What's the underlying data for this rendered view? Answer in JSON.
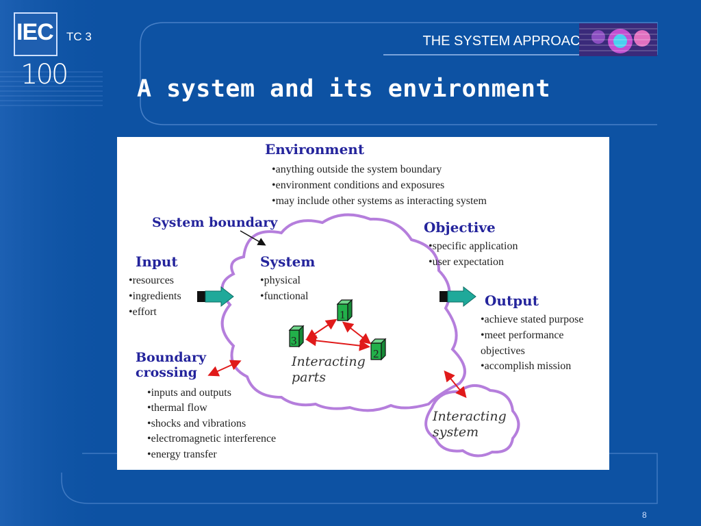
{
  "header": {
    "logo_text": "IEC",
    "logo_sub": "100",
    "tc_label": "TC 3",
    "section_title": "THE SYSTEM APPROACH"
  },
  "slide": {
    "title": "A system and its environment",
    "page_number": "8"
  },
  "diagram": {
    "environment": {
      "heading": "Environment",
      "items": [
        "•anything outside the system boundary",
        "•environment conditions and exposures",
        "•may include other systems as interacting system"
      ]
    },
    "system_boundary": {
      "label": "System boundary"
    },
    "system": {
      "heading": "System",
      "items": [
        "•physical",
        "•functional"
      ]
    },
    "objective": {
      "heading": "Objective",
      "items": [
        "•specific application",
        "•user expectation"
      ]
    },
    "input": {
      "heading": "Input",
      "items": [
        "•resources",
        "•ingredients",
        "•effort"
      ]
    },
    "output": {
      "heading": "Output",
      "items": [
        "•achieve stated purpose",
        "•meet performance",
        "objectives",
        "•accomplish mission"
      ]
    },
    "boundary_crossing": {
      "heading_line1": "Boundary",
      "heading_line2": "crossing",
      "items": [
        "•inputs and outputs",
        "•thermal flow",
        "•shocks and vibrations",
        "•electromagnetic interference",
        "•energy transfer"
      ]
    },
    "interacting_parts": {
      "line1": "Interacting",
      "line2": "parts",
      "part_labels": [
        "1",
        "2",
        "3"
      ]
    },
    "interacting_system": {
      "line1": "Interacting",
      "line2": "system"
    },
    "colors": {
      "boundary": "#b57edc",
      "heading": "#24249c",
      "arrow_red": "#e01a1a",
      "arrow_teal": "#1fa99a"
    }
  }
}
